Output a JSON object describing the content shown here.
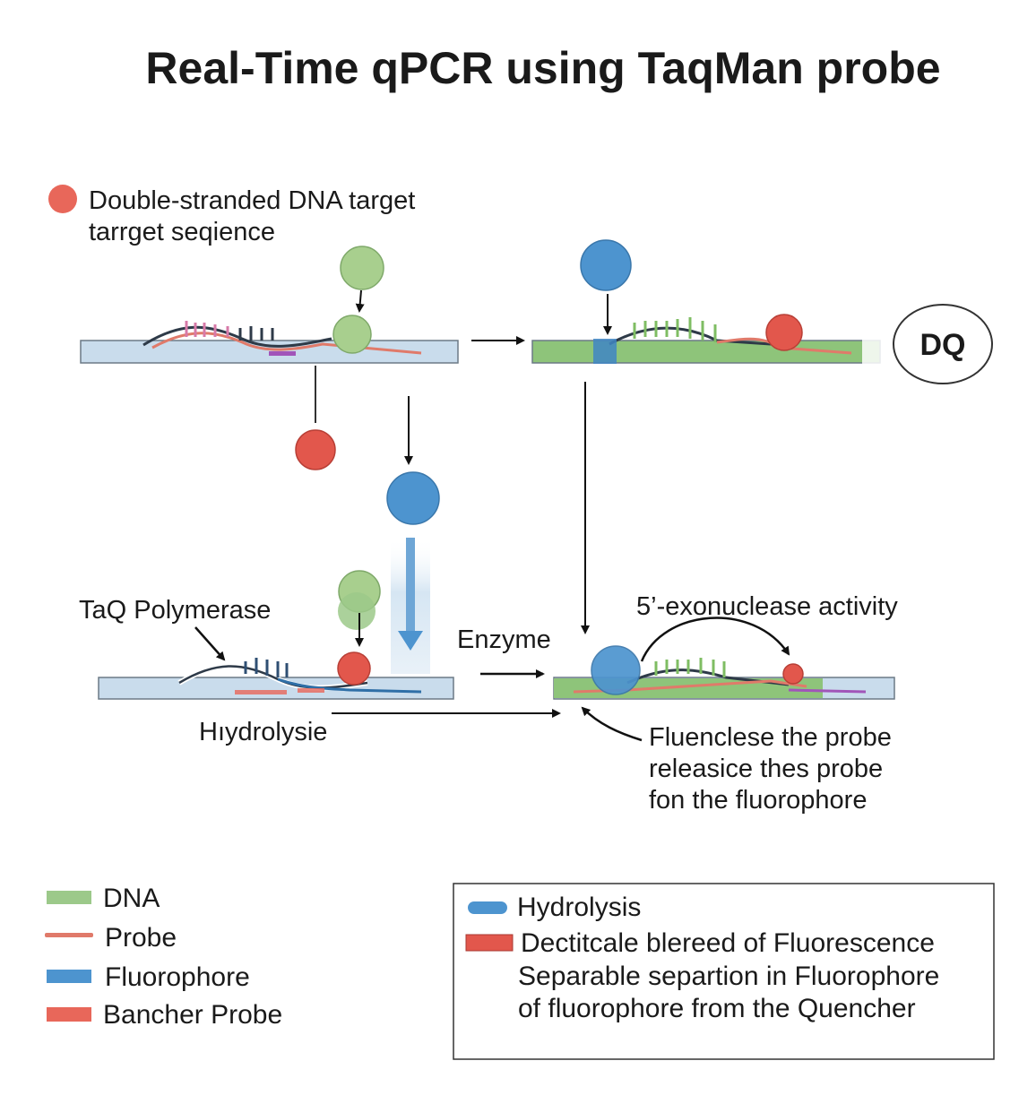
{
  "title": "Real-Time qPCR using TaqMan probe",
  "labels": {
    "target_line1": "Double-stranded DNA target",
    "target_line2": "tarrget seqience",
    "dq": "DQ",
    "taq_polymerase": "TaQ Polymerase",
    "enzyme": "Enzyme",
    "exonuclease": "5’-exonuclease activity",
    "hydrolysie": "Hıydrolysie",
    "release_line1": "Fluenclese the probe",
    "release_line2": "releasice thes probe",
    "release_line3": "fon the fluorophore"
  },
  "legend_left": [
    {
      "label": "DNA",
      "color": "#9cc98a"
    },
    {
      "label": "Probe",
      "color": "#e07a6a"
    },
    {
      "label": "Fluorophore",
      "color": "#4d94cf"
    },
    {
      "label": "Bancher Probe",
      "color": "#e8675a"
    }
  ],
  "legend_box": {
    "items": [
      {
        "label": "Hydrolysis",
        "color": "#4d94cf"
      },
      {
        "label": "Dectitcale blereed of Fluorescence",
        "color": "#e2574c"
      }
    ],
    "extra_lines": [
      "Separable separtion in Fluorophore",
      "of fluorophore from the Quencher"
    ]
  },
  "colors": {
    "dna_green": "#9cc98a",
    "strip_blue": "#c9dcec",
    "strip_green": "#8ec47a",
    "fluorophore_blue": "#4d94cf",
    "quencher_red": "#e2574c",
    "probe_red": "#e07a6a",
    "purple": "#a155b9"
  }
}
